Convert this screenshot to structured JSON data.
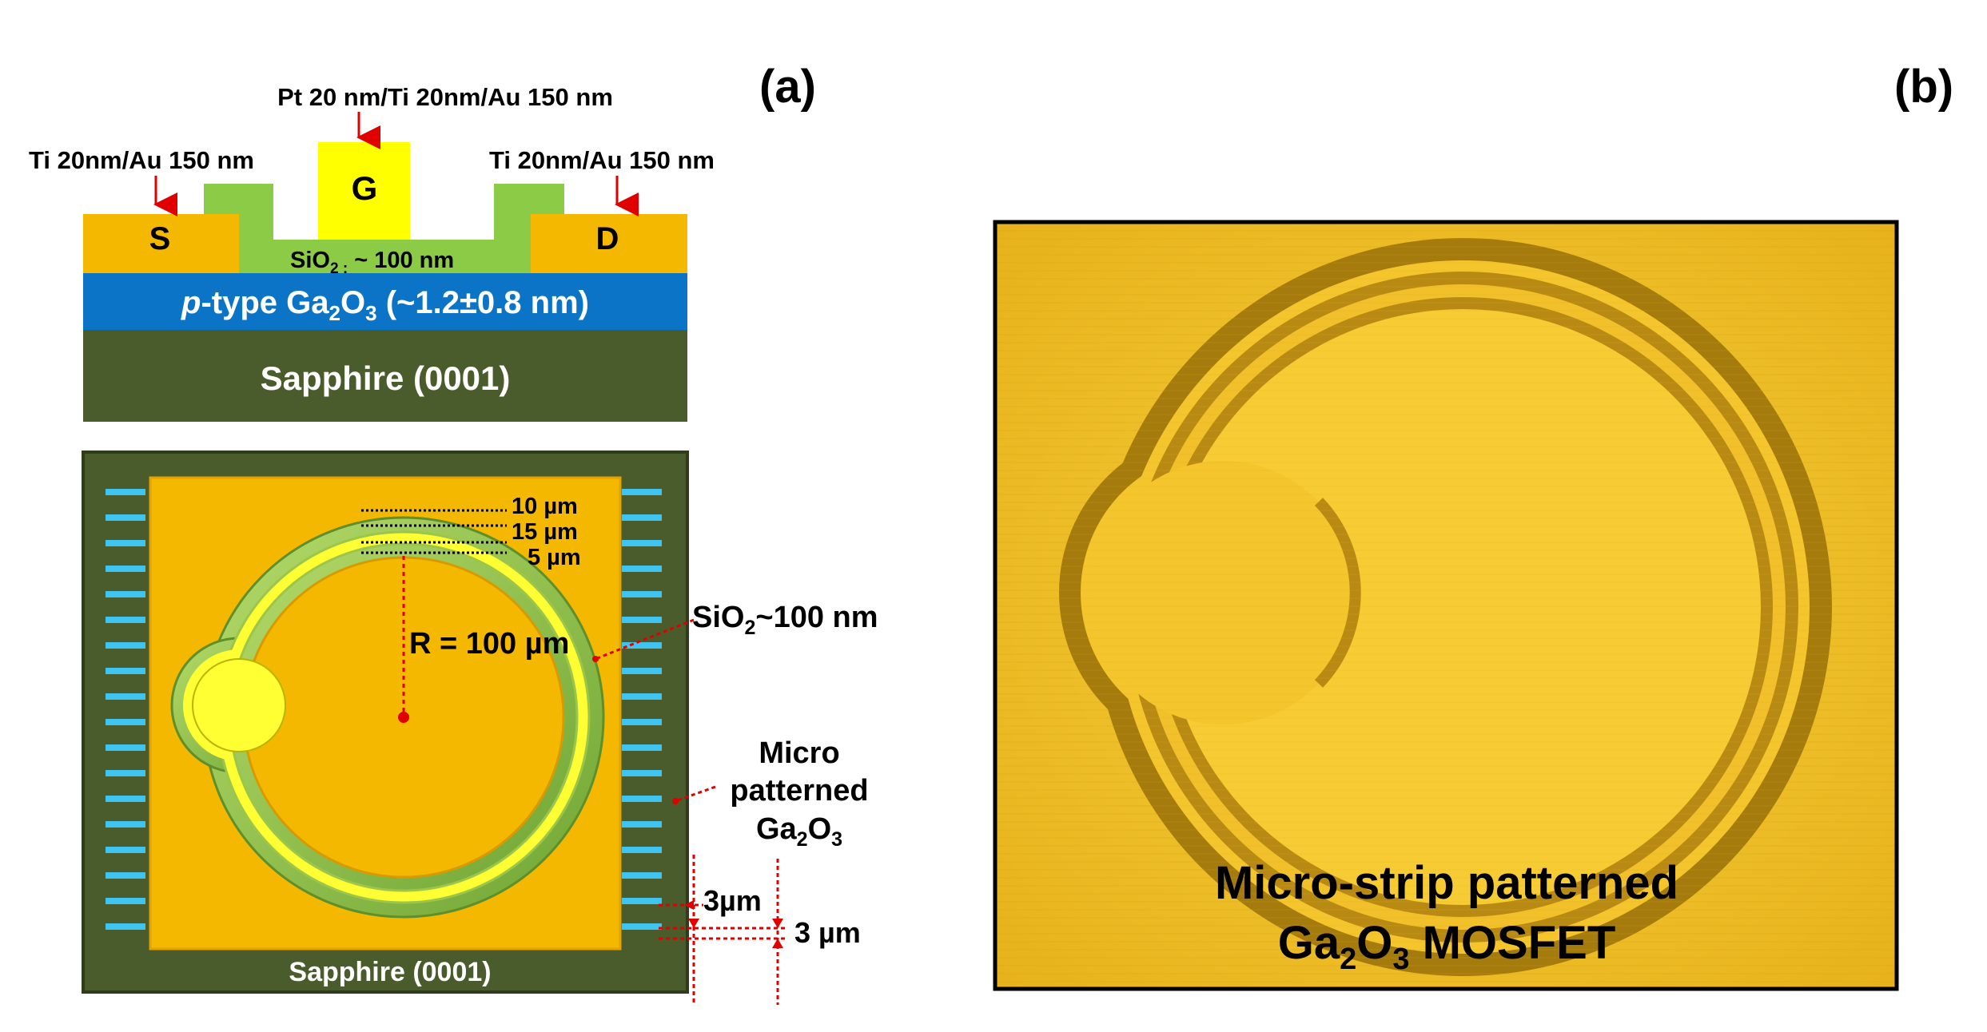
{
  "panel_a": {
    "label": "(a)",
    "cross_section": {
      "gate_metal": "Pt 20 nm/Ti 20nm/Au 150 nm",
      "source_metal": "Ti 20nm/Au 150 nm",
      "drain_metal": "Ti 20nm/Au 150 nm",
      "source": "S",
      "gate": "G",
      "drain": "D",
      "oxide": {
        "pre": "SiO",
        "sub": "2 :",
        "post": " ~ 100 nm"
      },
      "channel": {
        "italic": "p",
        "t1": "-type Ga",
        "s1": "2",
        "t2": "O",
        "s2": "3",
        "t3": " (~1.2±0.8 nm)"
      },
      "substrate": "Sapphire (0001)"
    },
    "top_view": {
      "dim_10": "10 µm",
      "dim_15": "15 µm",
      "dim_5": "5 µm",
      "radius": "R = 100 µm",
      "oxide": {
        "pre": "SiO",
        "sub": "2",
        "post": "~100 nm"
      },
      "micro_line1": "Micro",
      "micro_line2": "patterned",
      "micro_ga": {
        "t1": "Ga",
        "s1": "2",
        "t2": "O",
        "s2": "3"
      },
      "gap_a": "3µm",
      "gap_b": "3 µm",
      "substrate": "Sapphire (0001)"
    }
  },
  "panel_b": {
    "label": "(b)",
    "caption_line1": "Micro-strip patterned",
    "caption_line2": {
      "t1": "Ga",
      "s1": "2",
      "t2": "O",
      "s2": "3",
      "t3": " MOSFET"
    }
  },
  "colors": {
    "metal": "#F5B800",
    "gate_metal": "#FFFF00",
    "oxide": "#8CCB46",
    "channel": "#0B74C6",
    "substrate": "#4A5C2B",
    "strip": "#3FC3F0",
    "photo_bg": "#F2C22A",
    "arrow": "#E00000"
  }
}
